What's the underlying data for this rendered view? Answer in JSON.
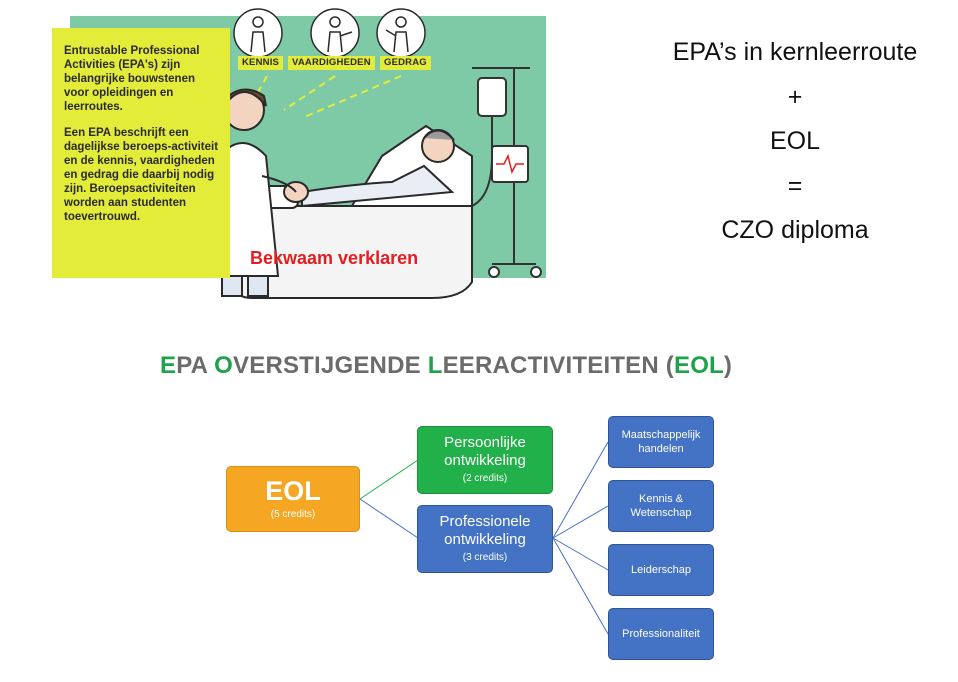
{
  "illustration": {
    "card_paragraphs": [
      "Entrustable Professional Activities (EPA's) zijn belangrijke bouwstenen voor opleidingen en leerroutes.",
      "Een EPA beschrijft een dagelijkse beroeps-activiteit en de kennis, vaardigheden en gedrag die daarbij nodig zijn. Beroepsactiviteiten worden aan studenten toevertrouwd."
    ],
    "bubble_labels": [
      "KENNIS",
      "VAARDIGHEDEN",
      "GEDRAG"
    ],
    "overlay_label": "Bekwaam verklaren"
  },
  "formula": {
    "line1": "EPA’s in kernleerroute",
    "line2": "+",
    "line3": "EOL",
    "line4": "=",
    "line5": "CZO diploma"
  },
  "heading": {
    "segments": [
      {
        "text": "E",
        "color": "#1fa34a"
      },
      {
        "text": "PA ",
        "color": "#6b6b6b"
      },
      {
        "text": "O",
        "color": "#1fa34a"
      },
      {
        "text": "VERSTIJGENDE ",
        "color": "#6b6b6b"
      },
      {
        "text": "L",
        "color": "#1fa34a"
      },
      {
        "text": "EERACTIVITEITEN (",
        "color": "#6b6b6b"
      },
      {
        "text": "EOL",
        "color": "#1fa34a"
      },
      {
        "text": ")",
        "color": "#6b6b6b"
      }
    ]
  },
  "diagram": {
    "root": {
      "title": "EOL",
      "credits": "(5 credits)",
      "color": "#f5a623"
    },
    "persoonlijk": {
      "title": "Persoonlijke ontwikkeling",
      "credits": "(2 credits)",
      "color": "#22b04b"
    },
    "professioneel": {
      "title": "Professionele ontwikkeling",
      "credits": "(3 credits)",
      "color": "#4472c4"
    },
    "leaves": [
      {
        "label": "Maatschappelijk handelen"
      },
      {
        "label": "Kennis & Wetenschap"
      },
      {
        "label": "Leiderschap"
      },
      {
        "label": "Professionaliteit"
      }
    ]
  }
}
